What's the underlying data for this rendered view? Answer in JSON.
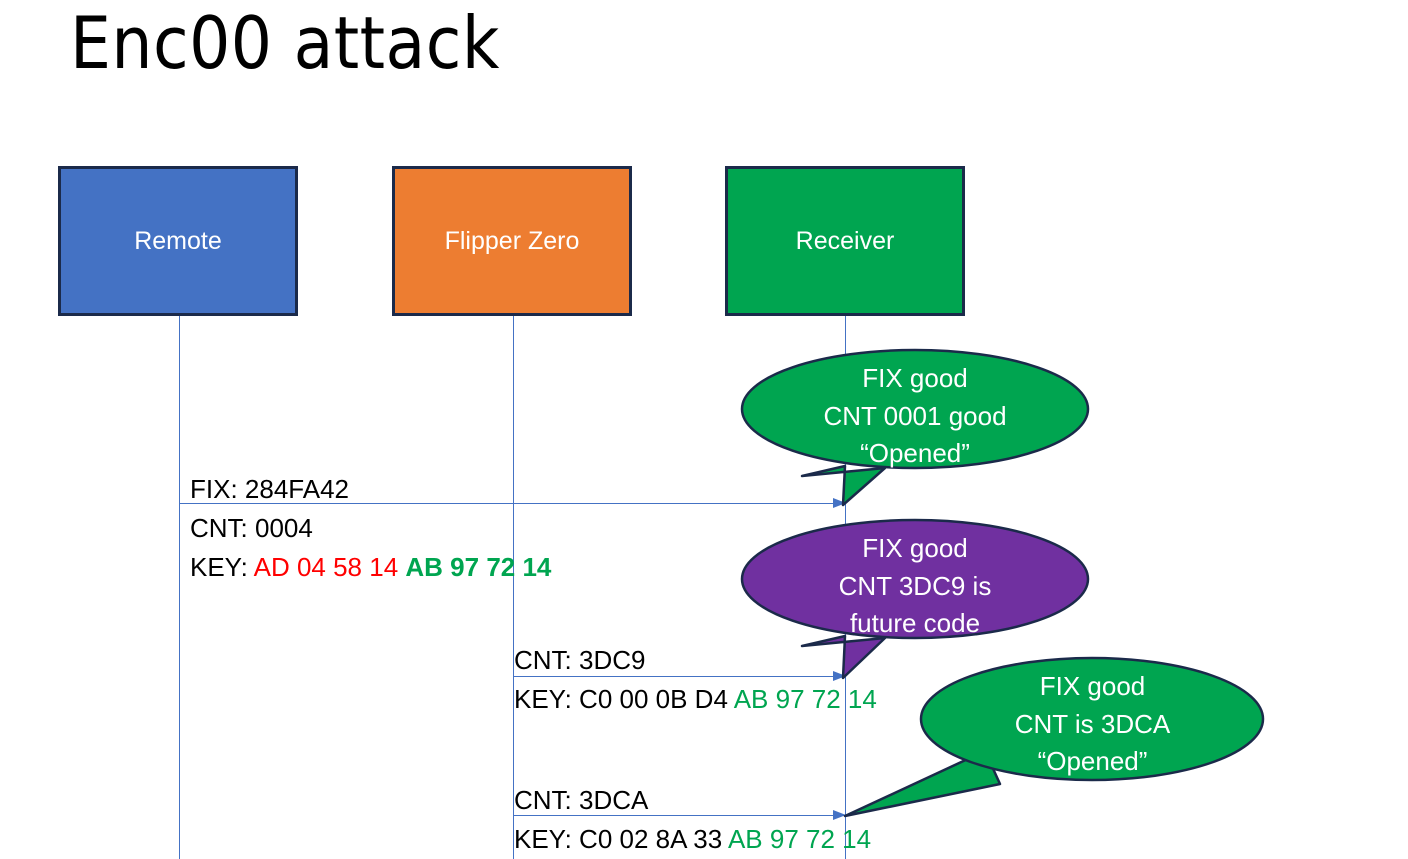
{
  "title": "Enc00 attack",
  "colors": {
    "remote": "#4472C4",
    "flipper": "#ED7D31",
    "receiver": "#00A550",
    "callout_green": "#00A550",
    "callout_purple": "#7030A0",
    "outline": "#1b2a4a",
    "arrow": "#4472C4",
    "hex_red": "#FF0000",
    "hex_green": "#00A550"
  },
  "actors": [
    {
      "id": "remote",
      "label": "Remote"
    },
    {
      "id": "flipper",
      "label": "Flipper Zero"
    },
    {
      "id": "receiver",
      "label": "Receiver"
    }
  ],
  "messages": [
    {
      "id": "msg1",
      "from": "remote",
      "to": "receiver",
      "fix_line": "FIX: 284FA42",
      "cnt_line": "CNT: 0004",
      "key_prefix": "KEY: ",
      "key_red": "AD 04 58 14",
      "key_green": "AB 97 72 14"
    },
    {
      "id": "msg2",
      "from": "flipper",
      "to": "receiver",
      "cnt_line": "CNT: 3DC9",
      "key_prefix": "KEY: C0 00 0B D4 ",
      "key_green": "AB 97 72 14"
    },
    {
      "id": "msg3",
      "from": "flipper",
      "to": "receiver",
      "cnt_line": "CNT: 3DCA",
      "key_prefix": "KEY: C0 02 8A 33 ",
      "key_green": "AB 97 72 14"
    }
  ],
  "callouts": [
    {
      "id": "callout1",
      "color": "green",
      "line1": "FIX good",
      "line2": "CNT 0001 good",
      "line3": "“Opened”"
    },
    {
      "id": "callout2",
      "color": "purple",
      "line1": "FIX good",
      "line2": "CNT 3DC9 is",
      "line3": "future code"
    },
    {
      "id": "callout3",
      "color": "green",
      "line1": "FIX good",
      "line2": "CNT is 3DCA",
      "line3": "“Opened”"
    }
  ]
}
